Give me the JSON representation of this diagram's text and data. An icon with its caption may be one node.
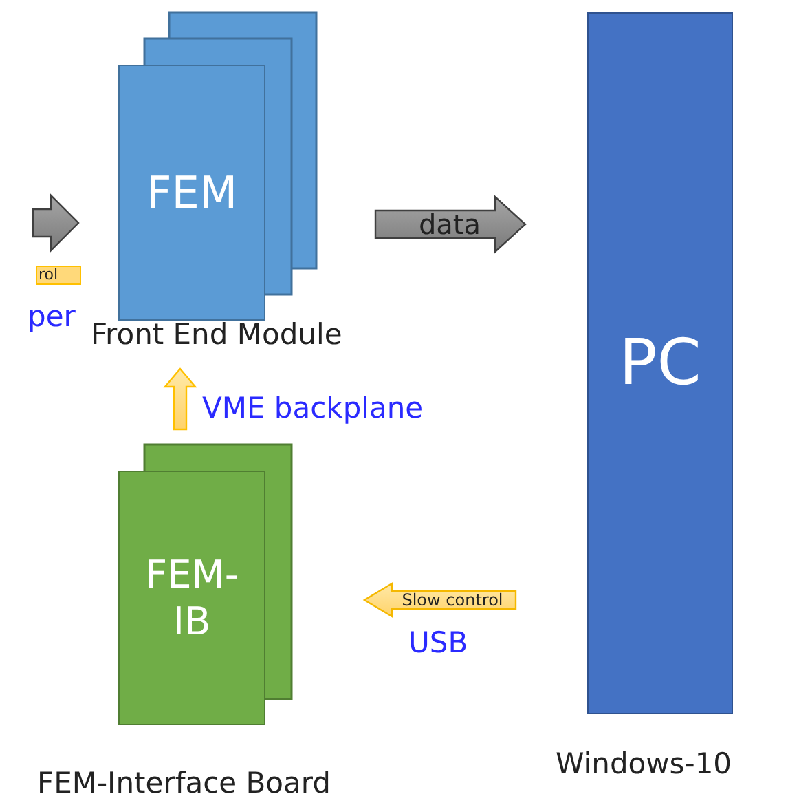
{
  "diagram": {
    "nodes": [
      {
        "text": [
          "FEM"
        ],
        "beside": [
          "Front End Module"
        ]
      },
      {
        "text": [
          "PC"
        ],
        "beside": [
          "Windows-10"
        ]
      },
      {
        "text": [
          "FEM-IB"
        ],
        "beside": [
          "FEM-Interface Board"
        ]
      }
    ],
    "edges": [
      {
        "from": null,
        "to": 0,
        "arrow": "to"
      },
      {
        "from": 0,
        "to": 1,
        "arrow": "to",
        "label": "data"
      },
      {
        "from": 2,
        "to": 0,
        "arrow": "to",
        "label": "VME backplane"
      },
      {
        "from": 1,
        "to": 2,
        "arrow": "to",
        "label": "Slow control"
      }
    ],
    "labels": [
      "rol",
      "per",
      "USB"
    ]
  }
}
